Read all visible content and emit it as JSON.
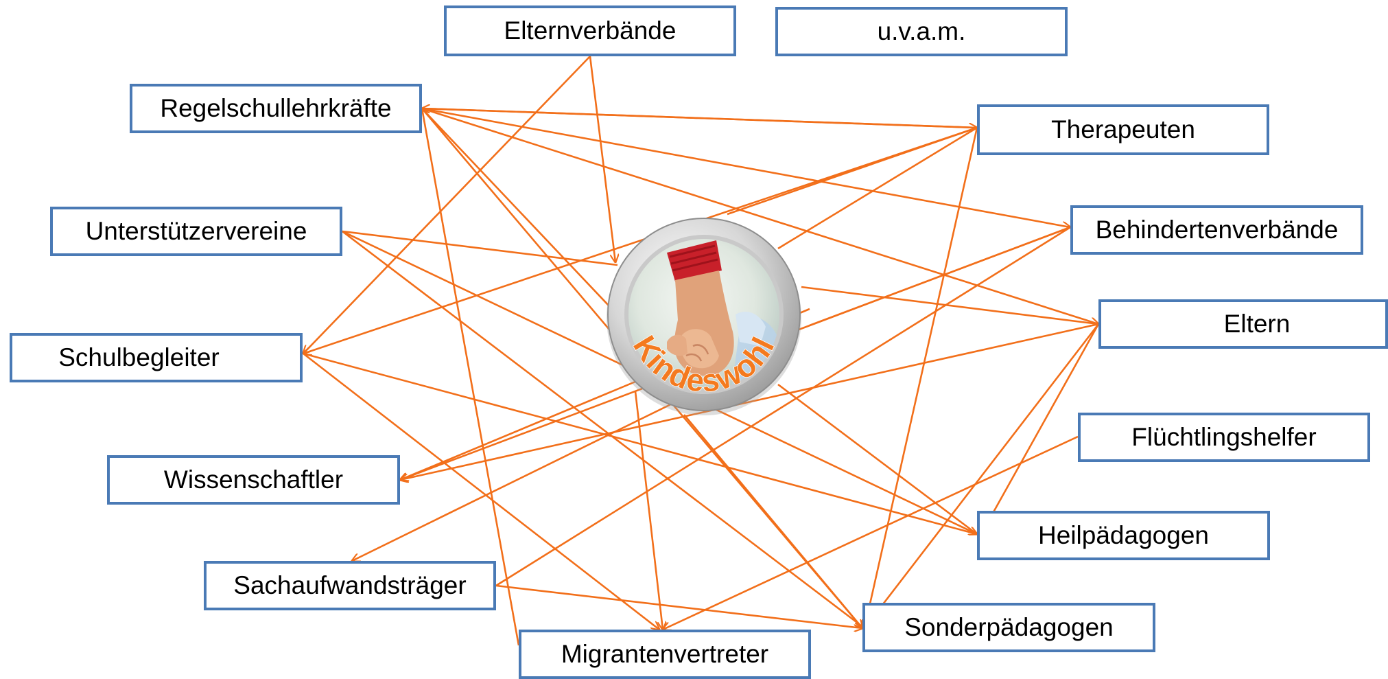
{
  "center": {
    "label": "Kindeswohl",
    "image": "hands-holding-photo"
  },
  "colors": {
    "edge": "#f26f1a",
    "node_border": "#4a7ab5",
    "node_text": "#000000",
    "hub_text": "#f47a1f"
  },
  "nodes": [
    {
      "id": "elternverbaende",
      "label": "Elternverbände"
    },
    {
      "id": "uvam",
      "label": "u.v.a.m."
    },
    {
      "id": "regelschullehrkraefte",
      "label": "Regelschullehrkräfte"
    },
    {
      "id": "therapeuten",
      "label": "Therapeuten"
    },
    {
      "id": "unterstuetzervereine",
      "label": "Unterstützervereine"
    },
    {
      "id": "behindertenverbaende",
      "label": "Behindertenverbände"
    },
    {
      "id": "eltern",
      "label": "Eltern"
    },
    {
      "id": "schulbegleiter",
      "label": "Schulbegleiter"
    },
    {
      "id": "fluechtlingshelfer",
      "label": "Flüchtlingshelfer"
    },
    {
      "id": "wissenschaftler",
      "label": "Wissenschaftler"
    },
    {
      "id": "heilpaedagogen",
      "label": "Heilpädagogen"
    },
    {
      "id": "sachaufwandstraeger",
      "label": "Sachaufwandsträger"
    },
    {
      "id": "sonderpaedagogen",
      "label": "Sonderpädagogen"
    },
    {
      "id": "migrantenvertreter",
      "label": "Migrantenvertreter"
    }
  ]
}
